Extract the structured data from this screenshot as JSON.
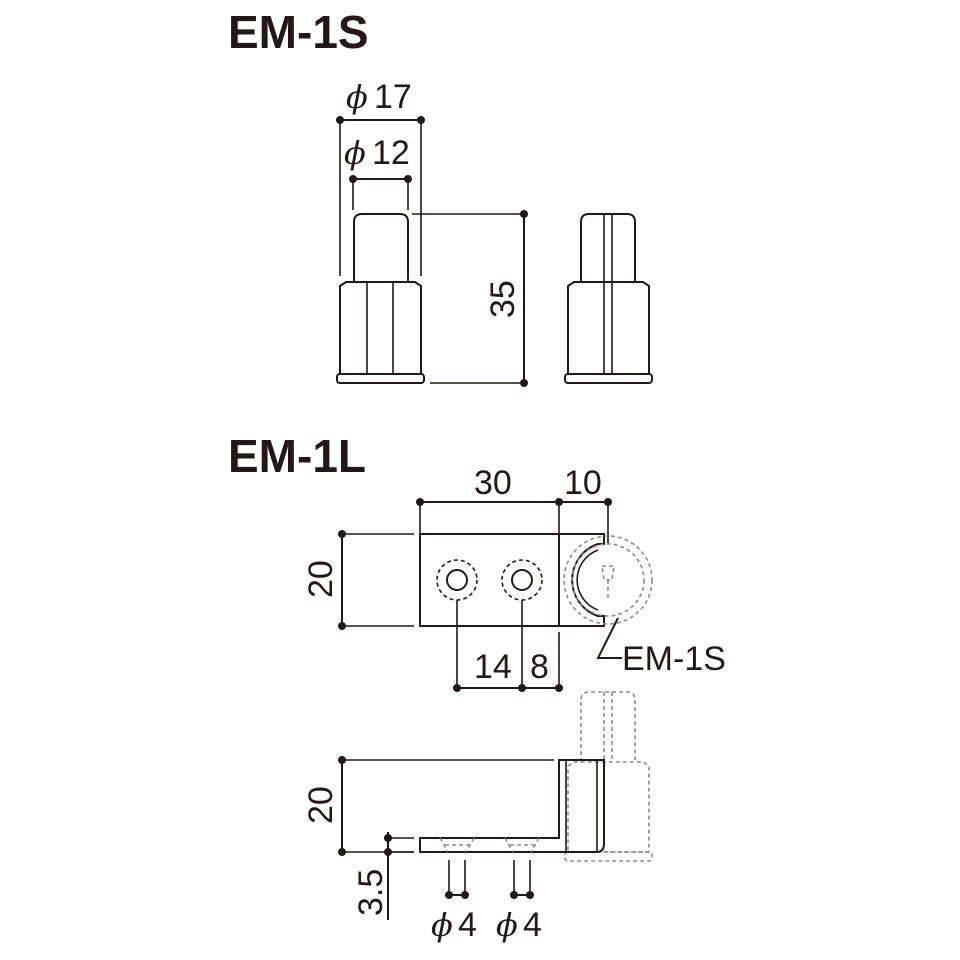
{
  "parts": {
    "em1s": {
      "title": "EM-1S",
      "dims": {
        "outer_dia": "17",
        "inner_dia": "12",
        "height": "35"
      }
    },
    "em1l": {
      "title": "EM-1L",
      "top_view": {
        "length": "30",
        "tip": "10",
        "width": "20",
        "hole_pitch": "14",
        "hole_edge": "8",
        "callout": "EM-1S"
      },
      "side_view": {
        "height": "20",
        "thickness": "3.5",
        "hole_dia_1": "4",
        "hole_dia_2": "4"
      }
    }
  },
  "symbols": {
    "diameter": "ϕ"
  },
  "colors": {
    "line": "#231815",
    "hidden": "#8c8c8c"
  }
}
